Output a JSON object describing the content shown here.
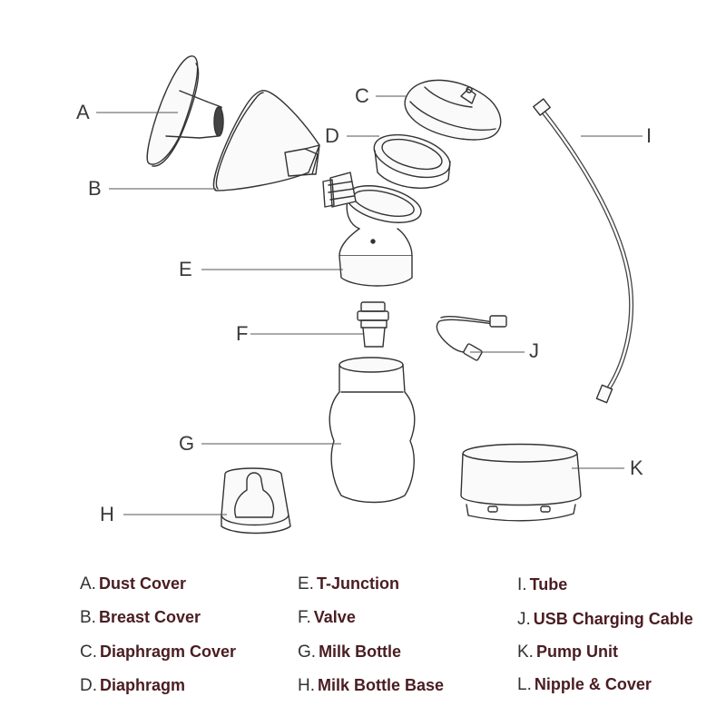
{
  "callouts": {
    "A": "A",
    "B": "B",
    "C": "C",
    "D": "D",
    "E": "E",
    "F": "F",
    "G": "G",
    "H": "H",
    "I": "I",
    "J": "J",
    "K": "K"
  },
  "legend": [
    {
      "letter": "A.",
      "name": "Dust Cover"
    },
    {
      "letter": "B.",
      "name": "Breast Cover"
    },
    {
      "letter": "C.",
      "name": "Diaphragm Cover"
    },
    {
      "letter": "D.",
      "name": "Diaphragm"
    },
    {
      "letter": "E.",
      "name": "T-Junction"
    },
    {
      "letter": "F.",
      "name": "Valve"
    },
    {
      "letter": "G.",
      "name": "Milk Bottle"
    },
    {
      "letter": "H.",
      "name": "Milk Bottle Base"
    },
    {
      "letter": "I.",
      "name": "Tube"
    },
    {
      "letter": "J.",
      "name": "USB Charging Cable"
    },
    {
      "letter": "K.",
      "name": "Pump Unit"
    },
    {
      "letter": "L.",
      "name": "Nipple & Cover"
    }
  ],
  "colors": {
    "line": "#333333",
    "text_name": "#4a1d22",
    "text_letter": "#333333"
  }
}
